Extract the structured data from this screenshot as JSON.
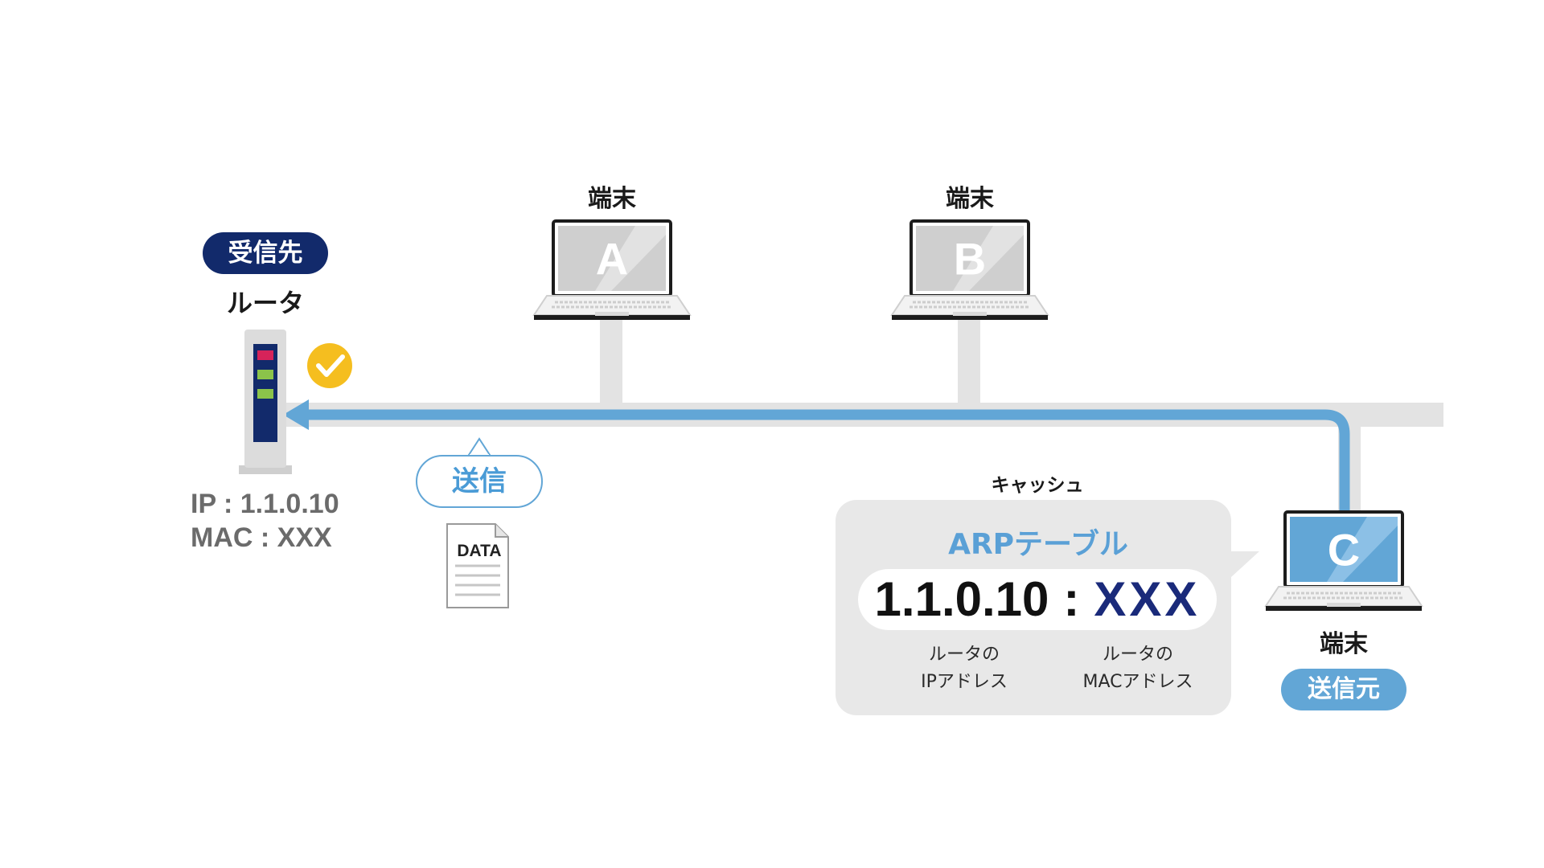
{
  "colors": {
    "navy": "#122a6b",
    "blue": "#62a6d6",
    "gray_line": "#e3e3e3",
    "check": "#f5be1f"
  },
  "router": {
    "badge": "受信先",
    "label": "ルータ",
    "ip": "IP : 1.1.0.10",
    "mac": "MAC : XXX",
    "check_icon": "check-circle-icon"
  },
  "terminals": [
    {
      "caption": "端末",
      "letter": "A"
    },
    {
      "caption": "端末",
      "letter": "B"
    },
    {
      "caption": "端末",
      "letter": "C",
      "badge": "送信元"
    }
  ],
  "transmission": {
    "callout": "送信",
    "document_label": "DATA"
  },
  "cache": {
    "title": "キャッシュ",
    "table_title": "ARPテーブル",
    "ip": "1.1.0.10",
    "separator": ":",
    "mac": "XXX",
    "ip_note_line1": "ルータの",
    "ip_note_line2": "IPアドレス",
    "mac_note_line1": "ルータの",
    "mac_note_line2": "MACアドレス"
  }
}
